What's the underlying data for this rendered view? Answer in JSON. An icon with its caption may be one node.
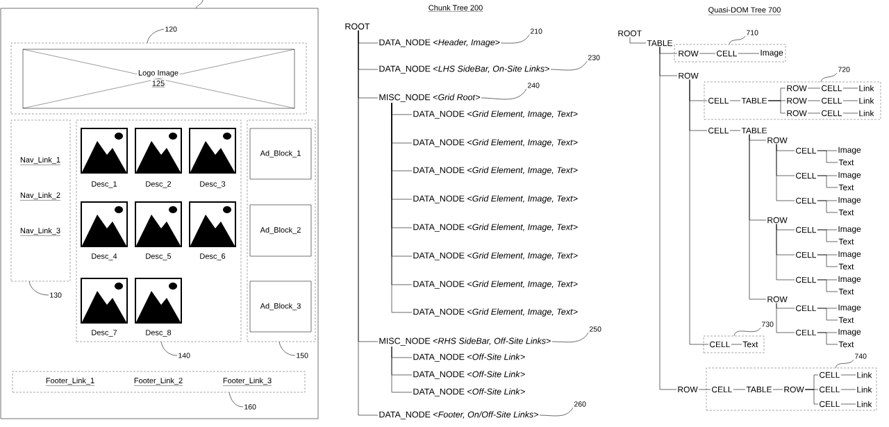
{
  "diagram": {
    "nodes": [
      {
        "text": [],
        "shape": "box"
      },
      {
        "text": [],
        "shape": "box",
        "in": 0
      },
      {
        "text": [
          "Logo Image",
          "125"
        ],
        "in": 1
      },
      {
        "text": [
          "120"
        ],
        "in": 0
      },
      {
        "text": [
          "Nav_Link_1",
          "Nav_Link_2",
          "Nav_Link_3"
        ],
        "in": 0
      },
      {
        "text": [
          "130"
        ],
        "in": 0
      },
      {
        "text": [
          "Desc_1",
          "Desc_2",
          "Desc_3",
          "Desc_4",
          "Desc_5",
          "Desc_6",
          "Desc_7",
          "Desc_8"
        ],
        "in": 0
      },
      {
        "text": [
          "140"
        ],
        "in": 0
      },
      {
        "text": [],
        "shape": "box",
        "in": 0
      },
      {
        "text": [
          "Ad_Block_1"
        ],
        "in": 8
      },
      {
        "text": [
          "Ad_Block_2"
        ],
        "in": 8
      },
      {
        "text": [
          "Ad_Block_3"
        ],
        "in": 8
      },
      {
        "text": [
          "150"
        ],
        "in": 0
      },
      {
        "text": [
          "Footer_Link_1",
          "Footer_Link_2",
          "Footer_Link_3"
        ],
        "in": 0
      },
      {
        "text": [
          "160"
        ],
        "in": 0
      },
      {
        "text": [
          "ROOT"
        ]
      },
      {
        "text": [
          "DATA_NODE <*Header, Image*>"
        ]
      },
      {
        "text": [
          "210"
        ]
      },
      {
        "text": [
          "DATA_NODE <*LHS SideBar, On-Site Links*>"
        ]
      },
      {
        "text": [
          "230"
        ]
      },
      {
        "text": [
          "MISC_NODE <*Grid Root*>"
        ]
      },
      {
        "text": [
          "240"
        ]
      },
      {
        "text": [
          "DATA_NODE <*Grid Element, Image, Text*>"
        ]
      },
      {
        "text": [
          "DATA_NODE <*Grid Element, Image, Text*>"
        ]
      },
      {
        "text": [
          "DATA_NODE <*Grid Element, Image, Text*>"
        ]
      },
      {
        "text": [
          "DATA_NODE <*Grid Element, Image, Text*>"
        ]
      },
      {
        "text": [
          "DATA_NODE <*Grid Element, Image, Text*>"
        ]
      },
      {
        "text": [
          "DATA_NODE <*Grid Element, Image, Text*>"
        ]
      },
      {
        "text": [
          "DATA_NODE <*Grid Element, Image, Text*>"
        ]
      },
      {
        "text": [
          "DATA_NODE <*Grid Element, Image, Text*>"
        ]
      },
      {
        "text": [
          "MISC_NODE <*RHS SideBar, Off-Site Links*>"
        ]
      },
      {
        "text": [
          "250"
        ]
      },
      {
        "text": [
          "DATA_NODE <*Off-Site Link*>"
        ]
      },
      {
        "text": [
          "DATA_NODE <*Off-Site Link*>"
        ]
      },
      {
        "text": [
          "DATA_NODE <*Off-Site Link*>"
        ]
      },
      {
        "text": [
          "DATA_NODE <*Footer, On/Off-Site Links*>"
        ]
      },
      {
        "text": [
          "260"
        ]
      },
      {
        "text": [
          "ROOT"
        ]
      },
      {
        "text": [
          "TABLE"
        ]
      },
      {
        "text": [],
        "shape": "box"
      },
      {
        "text": [
          "710"
        ]
      },
      {
        "text": [
          "ROW"
        ],
        "in": 39
      },
      {
        "text": [
          "CELL"
        ],
        "in": 39
      },
      {
        "text": [
          "Image"
        ],
        "in": 39
      },
      {
        "text": [
          "ROW"
        ]
      },
      {
        "text": [],
        "shape": "box"
      },
      {
        "text": [
          "720"
        ]
      },
      {
        "text": [
          "CELL"
        ],
        "in": 45
      },
      {
        "text": [
          "TABLE"
        ],
        "in": 45
      },
      {
        "text": [
          "ROW"
        ],
        "in": 45
      },
      {
        "text": [
          "CELL"
        ],
        "in": 45
      },
      {
        "text": [
          "Link"
        ],
        "in": 45
      },
      {
        "text": [
          "ROW"
        ],
        "in": 45
      },
      {
        "text": [
          "CELL"
        ],
        "in": 45
      },
      {
        "text": [
          "Link"
        ],
        "in": 45
      },
      {
        "text": [
          "ROW"
        ],
        "in": 45
      },
      {
        "text": [
          "CELL"
        ],
        "in": 45
      },
      {
        "text": [
          "Link"
        ],
        "in": 45
      },
      {
        "text": [
          "CELL"
        ]
      },
      {
        "text": [
          "TABLE"
        ]
      },
      {
        "text": [
          "ROW"
        ]
      },
      {
        "text": [
          "CELL"
        ]
      },
      {
        "text": [
          "Image"
        ]
      },
      {
        "text": [
          "Text"
        ]
      },
      {
        "text": [
          "CELL"
        ]
      },
      {
        "text": [
          "Image"
        ]
      },
      {
        "text": [
          "Text"
        ]
      },
      {
        "text": [
          "CELL"
        ]
      },
      {
        "text": [
          "Image"
        ]
      },
      {
        "text": [
          "Text"
        ]
      },
      {
        "text": [
          "ROW"
        ]
      },
      {
        "text": [
          "CELL"
        ]
      },
      {
        "text": [
          "Image"
        ]
      },
      {
        "text": [
          "Text"
        ]
      },
      {
        "text": [
          "CELL"
        ]
      },
      {
        "text": [
          "Image"
        ]
      },
      {
        "text": [
          "Text"
        ]
      },
      {
        "text": [
          "CELL"
        ]
      },
      {
        "text": [
          "Image"
        ]
      },
      {
        "text": [
          "Text"
        ]
      },
      {
        "text": [
          "ROW"
        ]
      },
      {
        "text": [
          "CELL"
        ]
      },
      {
        "text": [
          "Image"
        ]
      },
      {
        "text": [
          "Text"
        ]
      },
      {
        "text": [
          "CELL"
        ]
      },
      {
        "text": [
          "Image"
        ]
      },
      {
        "text": [
          "Text"
        ]
      },
      {
        "text": [],
        "shape": "box"
      },
      {
        "text": [
          "730"
        ]
      },
      {
        "text": [
          "CELL"
        ],
        "in": 87
      },
      {
        "text": [
          "Text"
        ],
        "in": 87
      },
      {
        "text": [
          "ROW"
        ]
      },
      {
        "text": [],
        "shape": "box"
      },
      {
        "text": [
          "740"
        ]
      },
      {
        "text": [
          "CELL"
        ],
        "in": 92
      },
      {
        "text": [
          "TABLE"
        ],
        "in": 92
      },
      {
        "text": [
          "ROW"
        ],
        "in": 92
      },
      {
        "text": [
          "CELL"
        ],
        "in": 92
      },
      {
        "text": [
          "Link"
        ],
        "in": 92
      },
      {
        "text": [
          "CELL"
        ],
        "in": 92
      },
      {
        "text": [
          "Link"
        ],
        "in": 92
      },
      {
        "text": [
          "CELL"
        ],
        "in": 92
      },
      {
        "text": [
          "Link"
        ],
        "in": 92
      }
    ],
    "edges": [
      {
        "from": null,
        "to": 0,
        "arrow": "none"
      },
      {
        "from": 3,
        "to": 1,
        "arrow": "none"
      },
      {
        "from": 5,
        "to": 4,
        "arrow": "none"
      },
      {
        "from": 7,
        "to": 6,
        "arrow": "none"
      },
      {
        "from": 12,
        "to": 8,
        "arrow": "none"
      },
      {
        "from": 14,
        "to": 13,
        "arrow": "none"
      },
      {
        "from": 15,
        "to": 16,
        "arrow": "none"
      },
      {
        "from": 15,
        "to": 18,
        "arrow": "none"
      },
      {
        "from": 15,
        "to": 20,
        "arrow": "none"
      },
      {
        "from": 15,
        "to": 30,
        "arrow": "none"
      },
      {
        "from": 15,
        "to": 35,
        "arrow": "none"
      },
      {
        "from": 20,
        "to": 22,
        "arrow": "none"
      },
      {
        "from": 20,
        "to": 23,
        "arrow": "none"
      },
      {
        "from": 20,
        "to": 24,
        "arrow": "none"
      },
      {
        "from": 20,
        "to": 25,
        "arrow": "none"
      },
      {
        "from": 20,
        "to": 26,
        "arrow": "none"
      },
      {
        "from": 20,
        "to": 27,
        "arrow": "none"
      },
      {
        "from": 20,
        "to": 28,
        "arrow": "none"
      },
      {
        "from": 20,
        "to": 29,
        "arrow": "none"
      },
      {
        "from": 30,
        "to": 32,
        "arrow": "none"
      },
      {
        "from": 30,
        "to": 33,
        "arrow": "none"
      },
      {
        "from": 30,
        "to": 34,
        "arrow": "none"
      },
      {
        "from": 17,
        "to": 16,
        "arrow": "none"
      },
      {
        "from": 19,
        "to": 18,
        "arrow": "none"
      },
      {
        "from": 21,
        "to": 20,
        "arrow": "none"
      },
      {
        "from": 31,
        "to": 30,
        "arrow": "none"
      },
      {
        "from": 36,
        "to": 35,
        "arrow": "none"
      },
      {
        "from": 37,
        "to": 38,
        "arrow": "none"
      },
      {
        "from": 38,
        "to": 41,
        "arrow": "none"
      },
      {
        "from": 38,
        "to": 44,
        "arrow": "none"
      },
      {
        "from": 38,
        "to": 91,
        "arrow": "none"
      },
      {
        "from": 41,
        "to": 42,
        "arrow": "none"
      },
      {
        "from": 42,
        "to": 43,
        "arrow": "none"
      },
      {
        "from": 44,
        "to": 47,
        "arrow": "none"
      },
      {
        "from": 44,
        "to": 58,
        "arrow": "none"
      },
      {
        "from": 44,
        "to": 89,
        "arrow": "none"
      },
      {
        "from": 47,
        "to": 48,
        "arrow": "none"
      },
      {
        "from": 48,
        "to": 49,
        "arrow": "none"
      },
      {
        "from": 48,
        "to": 52,
        "arrow": "none"
      },
      {
        "from": 48,
        "to": 55,
        "arrow": "none"
      },
      {
        "from": 49,
        "to": 50,
        "arrow": "none"
      },
      {
        "from": 50,
        "to": 51,
        "arrow": "none"
      },
      {
        "from": 52,
        "to": 53,
        "arrow": "none"
      },
      {
        "from": 53,
        "to": 54,
        "arrow": "none"
      },
      {
        "from": 55,
        "to": 56,
        "arrow": "none"
      },
      {
        "from": 56,
        "to": 57,
        "arrow": "none"
      },
      {
        "from": 58,
        "to": 59,
        "arrow": "none"
      },
      {
        "from": 59,
        "to": 60,
        "arrow": "none"
      },
      {
        "from": 59,
        "to": 70,
        "arrow": "none"
      },
      {
        "from": 59,
        "to": 80,
        "arrow": "none"
      },
      {
        "from": 60,
        "to": 61,
        "arrow": "none"
      },
      {
        "from": 60,
        "to": 64,
        "arrow": "none"
      },
      {
        "from": 60,
        "to": 67,
        "arrow": "none"
      },
      {
        "from": 61,
        "to": 62,
        "arrow": "none"
      },
      {
        "from": 61,
        "to": 63,
        "arrow": "none"
      },
      {
        "from": 64,
        "to": 65,
        "arrow": "none"
      },
      {
        "from": 64,
        "to": 66,
        "arrow": "none"
      },
      {
        "from": 67,
        "to": 68,
        "arrow": "none"
      },
      {
        "from": 67,
        "to": 69,
        "arrow": "none"
      },
      {
        "from": 70,
        "to": 71,
        "arrow": "none"
      },
      {
        "from": 70,
        "to": 74,
        "arrow": "none"
      },
      {
        "from": 70,
        "to": 77,
        "arrow": "none"
      },
      {
        "from": 71,
        "to": 72,
        "arrow": "none"
      },
      {
        "from": 71,
        "to": 73,
        "arrow": "none"
      },
      {
        "from": 74,
        "to": 75,
        "arrow": "none"
      },
      {
        "from": 74,
        "to": 76,
        "arrow": "none"
      },
      {
        "from": 77,
        "to": 78,
        "arrow": "none"
      },
      {
        "from": 77,
        "to": 79,
        "arrow": "none"
      },
      {
        "from": 80,
        "to": 81,
        "arrow": "none"
      },
      {
        "from": 80,
        "to": 84,
        "arrow": "none"
      },
      {
        "from": 81,
        "to": 82,
        "arrow": "none"
      },
      {
        "from": 81,
        "to": 83,
        "arrow": "none"
      },
      {
        "from": 84,
        "to": 85,
        "arrow": "none"
      },
      {
        "from": 84,
        "to": 86,
        "arrow": "none"
      },
      {
        "from": 89,
        "to": 90,
        "arrow": "none"
      },
      {
        "from": 91,
        "to": 94,
        "arrow": "none"
      },
      {
        "from": 94,
        "to": 95,
        "arrow": "none"
      },
      {
        "from": 95,
        "to": 96,
        "arrow": "none"
      },
      {
        "from": 96,
        "to": 97,
        "arrow": "none"
      },
      {
        "from": 96,
        "to": 99,
        "arrow": "none"
      },
      {
        "from": 96,
        "to": 101,
        "arrow": "none"
      },
      {
        "from": 97,
        "to": 98,
        "arrow": "none"
      },
      {
        "from": 99,
        "to": 100,
        "arrow": "none"
      },
      {
        "from": 101,
        "to": 102,
        "arrow": "none"
      },
      {
        "from": 40,
        "to": 39,
        "arrow": "none"
      },
      {
        "from": 46,
        "to": 45,
        "arrow": "none"
      },
      {
        "from": 88,
        "to": 87,
        "arrow": "none"
      },
      {
        "from": 93,
        "to": 92,
        "arrow": "none"
      }
    ],
    "labels": [
      "Chunk Tree 200",
      "Quasi-DOM Tree 700"
    ]
  }
}
